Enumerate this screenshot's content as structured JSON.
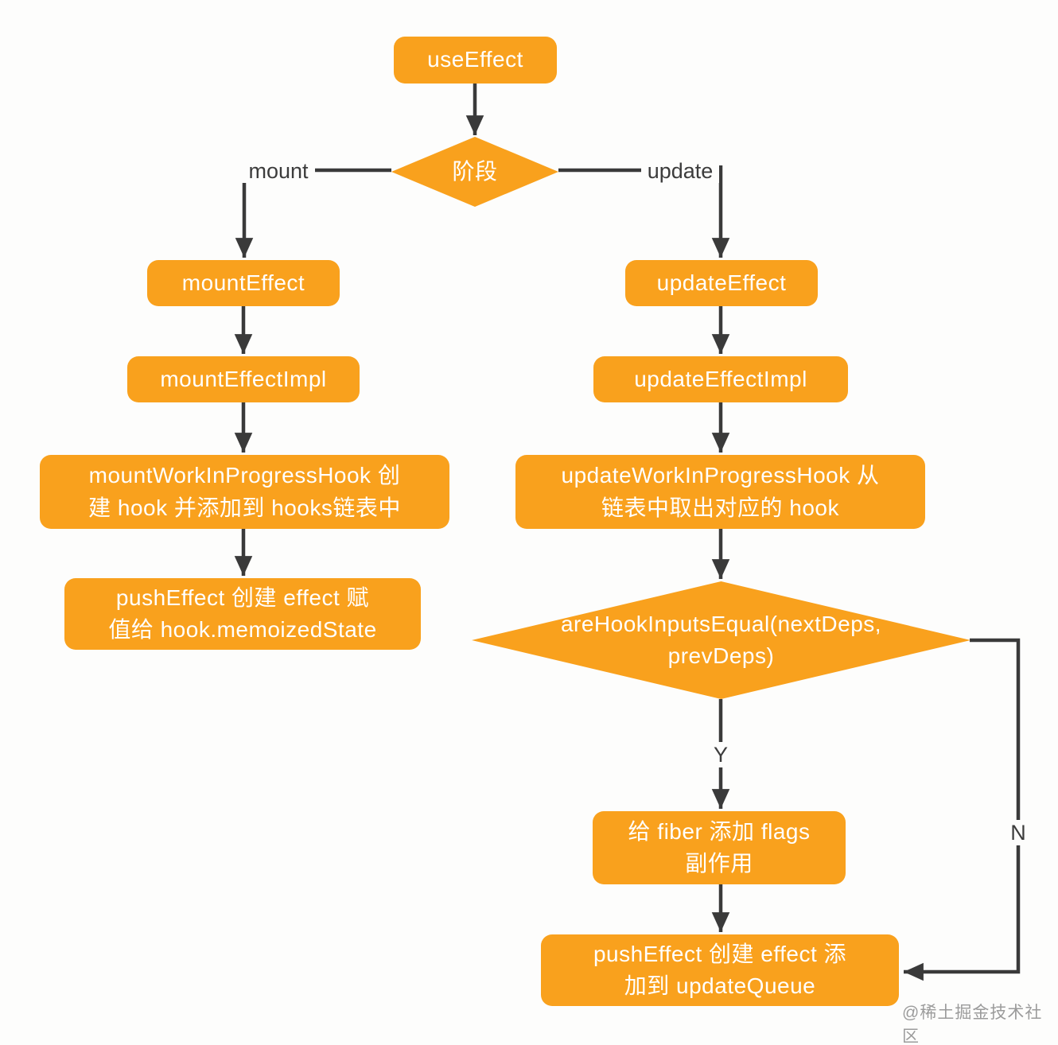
{
  "colors": {
    "node-fill": "#F9A11D",
    "node-text": "#FFFFFF",
    "edge": "#3A3A3A",
    "edge-label": "#3C3C3C",
    "watermark": "#9B9B9B",
    "canvas-bg": "#FDFDFC"
  },
  "nodes": {
    "use_effect": "useEffect",
    "stage": "阶段",
    "mount_effect": "mountEffect",
    "mount_effect_impl": "mountEffectImpl",
    "mount_work_in_progress_hook": "mountWorkInProgressHook 创\n建 hook 并添加到 hooks链表中",
    "push_effect_mount": "pushEffect 创建 effect 赋\n值给 hook.memoizedState",
    "update_effect": "updateEffect",
    "update_effect_impl": "updateEffectImpl",
    "update_work_in_progress_hook": "updateWorkInProgressHook 从\n链表中取出对应的 hook",
    "are_hook_inputs_equal": "areHookInputsEqual(nextDeps,\nprevDeps)",
    "add_flags": "给 fiber 添加 flags\n副作用",
    "push_effect_update": "pushEffect 创建 effect 添\n加到 updateQueue"
  },
  "edge_labels": {
    "mount": "mount",
    "update": "update",
    "yes": "Y",
    "no": "N"
  },
  "watermark": "@稀土掘金技术社区"
}
